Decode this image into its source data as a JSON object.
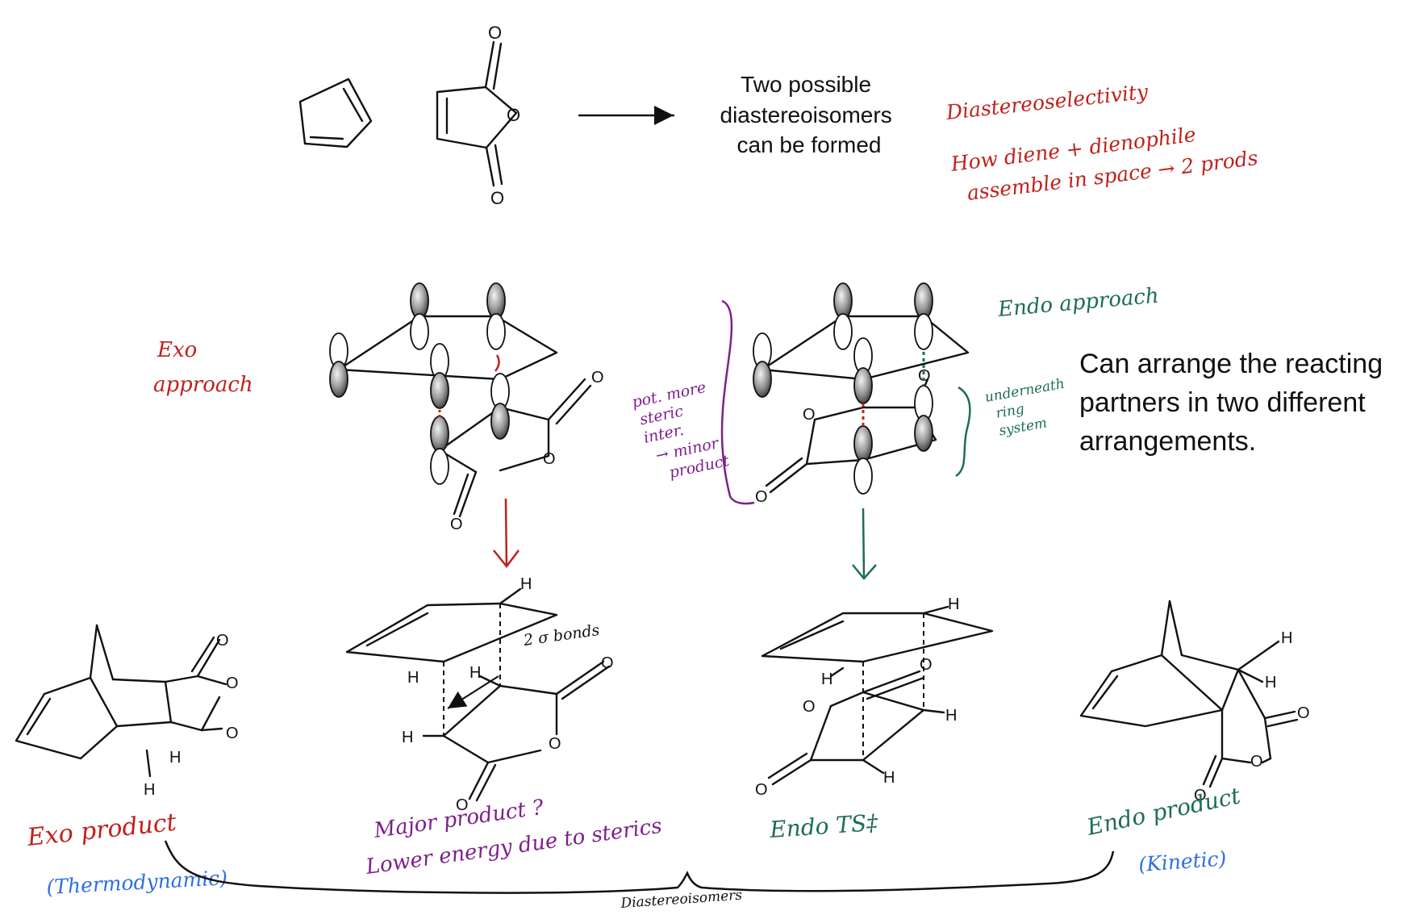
{
  "reaction": {
    "outcome_text": [
      "Two possible",
      "diastereoisomers",
      "can be formed"
    ]
  },
  "annotations": {
    "diastereoselectivity": "Diastereoselectivity",
    "how_line1": "How diene + dienophile",
    "how_line2": "assemble in space → 2 prods",
    "exo_approach_line1": "Exo",
    "exo_approach_line2": "approach",
    "endo_approach": "Endo approach",
    "steric_lines": [
      "pot. more",
      "steric",
      "inter.",
      "→ minor",
      "product"
    ],
    "underneath_lines": [
      "underneath",
      "ring",
      "system"
    ],
    "two_sigma_bonds": "2 σ bonds",
    "exo_product": "Exo product",
    "thermodynamic": "(Thermodynamic)",
    "major_product_line1": "Major product ?",
    "major_product_line2": "Lower energy due to sterics",
    "endo_ts": "Endo TS‡",
    "endo_product": "Endo product",
    "kinetic": "(Kinetic)",
    "diastereoisomers": "Diastereoisomers"
  },
  "side_text": [
    "Can arrange the reacting",
    "partners in two different",
    "arrangements."
  ],
  "atoms": {
    "oxygen": "O",
    "hydrogen": "H"
  },
  "colors": {
    "red": "#c0211d",
    "green": "#1e6e4e",
    "purple": "#7d1f8c",
    "blue": "#2f6fe0"
  }
}
